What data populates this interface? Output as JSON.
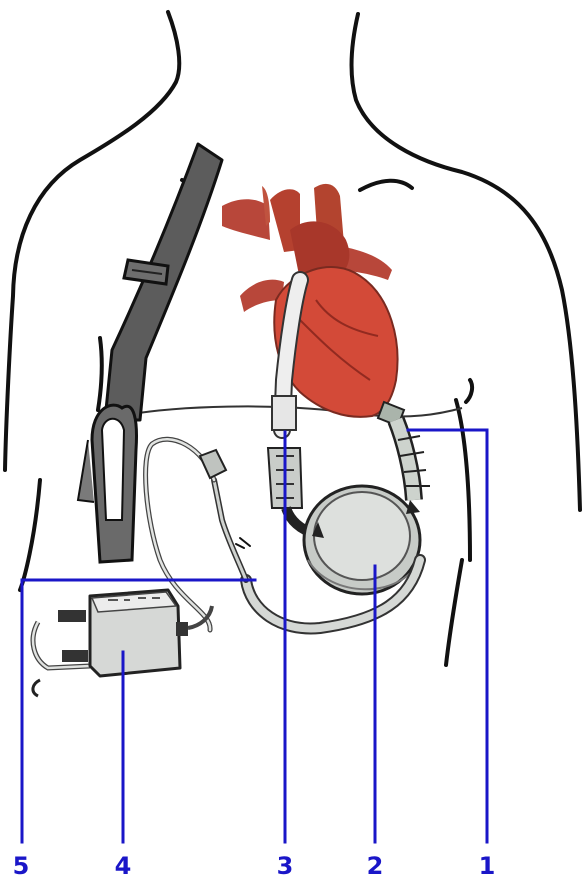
{
  "diagram": {
    "callout_color": "#1a16c8",
    "colors": {
      "outline": "#111111",
      "strap": "#5e5e5e",
      "heart": "#cf4a3c",
      "vessel": "#b8473a",
      "device": "#d9dcd9",
      "tube": "#d3d6d3"
    },
    "callouts": [
      {
        "number": "5",
        "target": "driveline"
      },
      {
        "number": "4",
        "target": "controller"
      },
      {
        "number": "3",
        "target": "outflow-cannula"
      },
      {
        "number": "2",
        "target": "pump"
      },
      {
        "number": "1",
        "target": "inflow-cannula"
      }
    ]
  }
}
